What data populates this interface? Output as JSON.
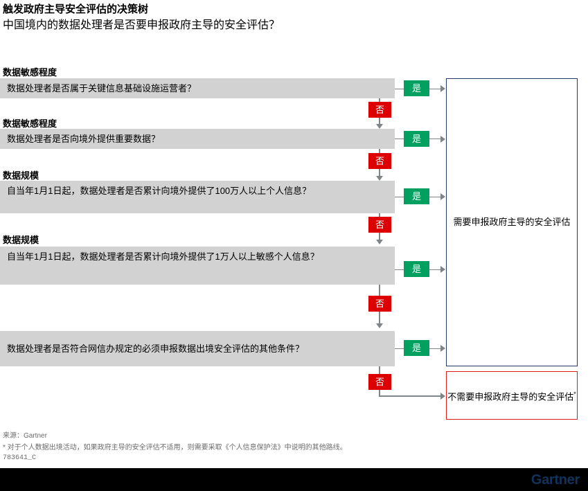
{
  "header": {
    "title": "触发政府主导安全评估的决策树",
    "subtitle": "中国境内的数据处理者是否要申报政府主导的安全评估？"
  },
  "flow": {
    "steps": [
      {
        "category": "数据敏感程度",
        "question": "数据处理者是否属于关键信息基础设施运营者？",
        "yes_label": "是",
        "no_label": "否"
      },
      {
        "category": "数据敏感程度",
        "question": "数据处理者是否向境外提供重要数据？",
        "yes_label": "是",
        "no_label": "否"
      },
      {
        "category": "数据规模",
        "question": "自当年1月1日起，数据处理者是否累计向境外提供了100万人以上个人信息？",
        "yes_label": "是",
        "no_label": "否"
      },
      {
        "category": "数据规模",
        "question": "自当年1月1日起，数据处理者是否累计向境外提供了1万人以上敏感个人信息？",
        "yes_label": "是",
        "no_label": "否"
      },
      {
        "category": "",
        "question": "数据处理者是否符合网信办规定的必须申报数据出境安全评估的其他条件？",
        "yes_label": "是",
        "no_label": "否"
      }
    ],
    "outcomes": {
      "primary": "需要申报政府主导的安全评估",
      "secondary": "不需要申报政府主导的安全评估",
      "secondary_marker": "*"
    }
  },
  "footer": {
    "source": "来源：Gartner",
    "note": "* 对于个人数据出境活动，如果政府主导的安全评估不适用，则需要采取《个人信息保护法》中说明的其他路线。",
    "doc_id": "783641_C",
    "logo": "Gartner"
  },
  "colors": {
    "question_box": "#d2d2d2",
    "yes_badge": "#00a160",
    "no_badge": "#dd0000",
    "primary_outcome_border": "#1f3864",
    "secondary_outcome_border": "#e01b1b",
    "connector": "#7f8486",
    "logo": "#10335c",
    "bottom_bar": "#000000"
  }
}
